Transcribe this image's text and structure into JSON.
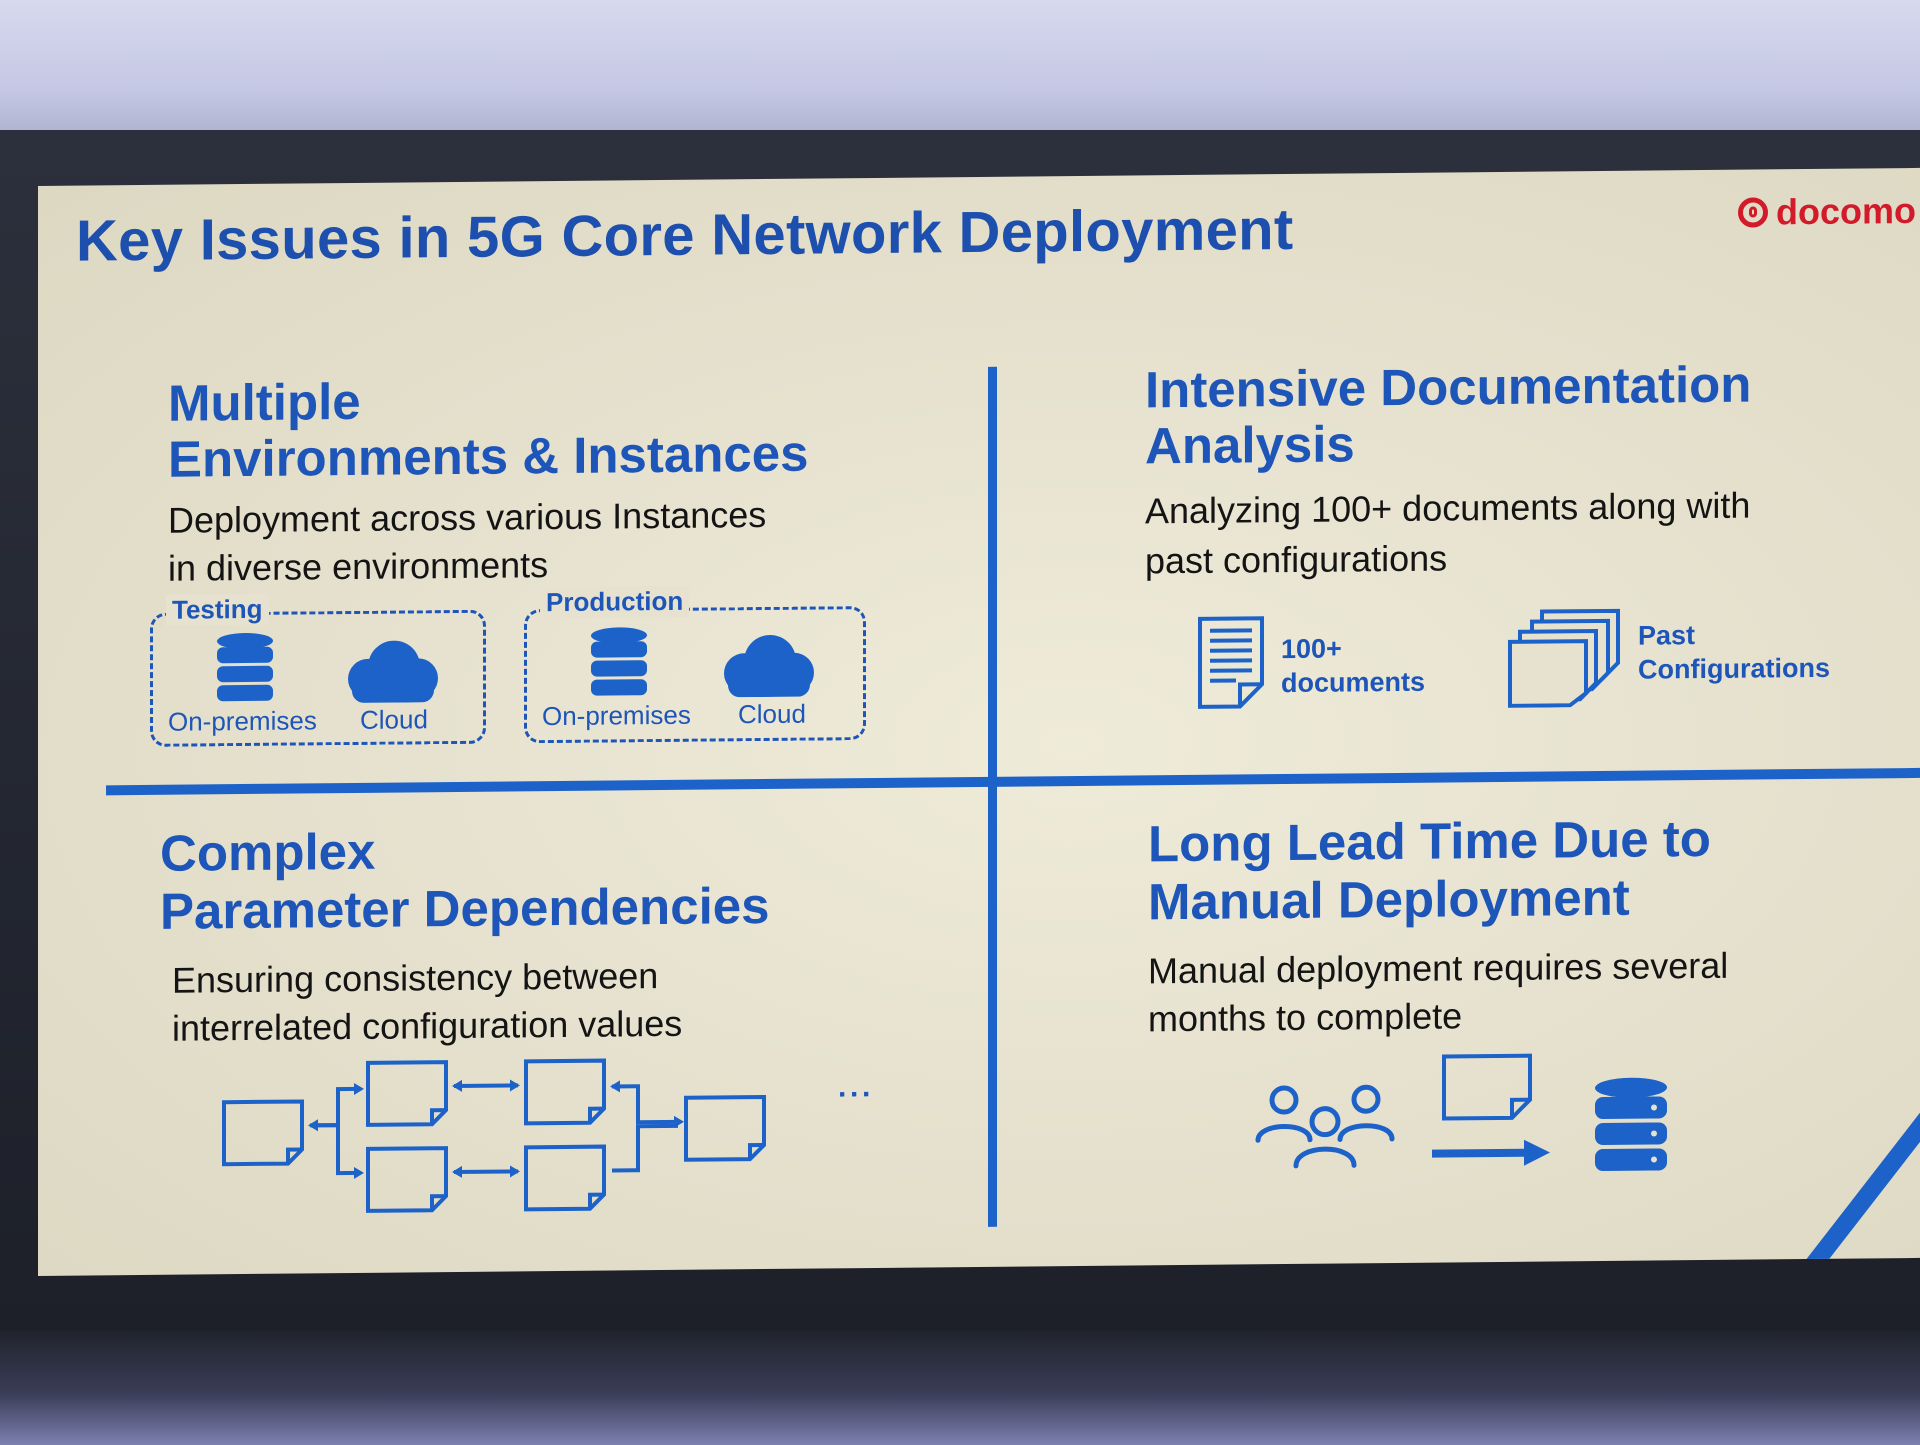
{
  "slide": {
    "title": "Key Issues in 5G Core Network Deployment",
    "logo_text": "docomo",
    "accent_color": "#1d55b8"
  },
  "q1": {
    "title_line1": "Multiple",
    "title_line2": "Environments & Instances",
    "desc_line1": "Deployment across various Instances",
    "desc_line2": "in diverse environments",
    "groups": [
      {
        "label": "Testing",
        "items": [
          "On-premises",
          "Cloud"
        ]
      },
      {
        "label": "Production",
        "items": [
          "On-premises",
          "Cloud"
        ]
      }
    ]
  },
  "q2": {
    "title_line1": "Intensive Documentation",
    "title_line2": "Analysis",
    "desc_line1": "Analyzing 100+ documents along with",
    "desc_line2": "past configurations",
    "doc_label_line1": "100+",
    "doc_label_line2": "documents",
    "config_label_line1": "Past",
    "config_label_line2": "Configurations"
  },
  "q3": {
    "title_line1": "Complex",
    "title_line2": "Parameter Dependencies",
    "desc_line1": "Ensuring consistency between",
    "desc_line2": "interrelated configuration values",
    "ellipsis": "···"
  },
  "q4": {
    "title_line1": "Long Lead Time Due to",
    "title_line2": "Manual Deployment",
    "desc_line1": "Manual deployment requires several",
    "desc_line2": "months to complete"
  }
}
